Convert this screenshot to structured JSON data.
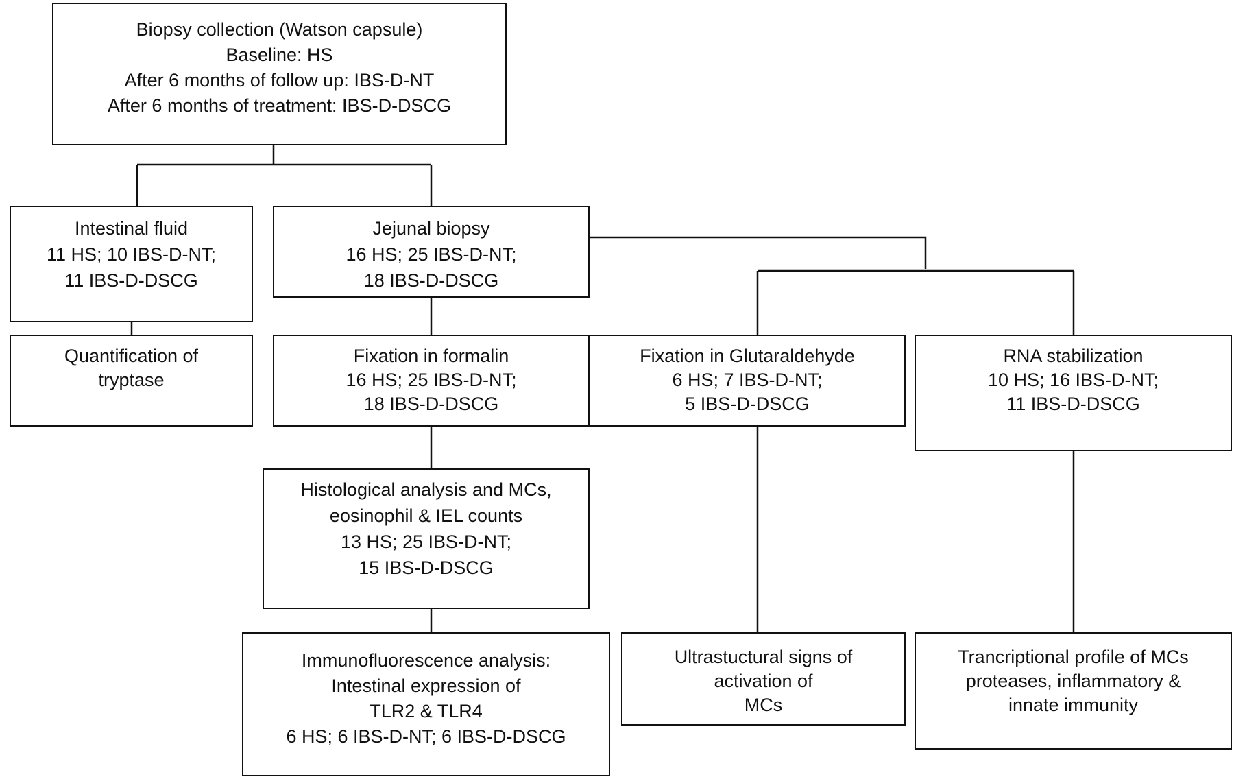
{
  "colors": {
    "stroke": "#111111",
    "background": "#ffffff",
    "text": "#111111"
  },
  "boxes": {
    "biopsy_collection": {
      "lines": [
        "Biopsy collection (Watson capsule)",
        "Baseline: HS",
        "After 6 months of follow up: IBS-D-NT",
        "After 6 months of treatment: IBS-D-DSCG"
      ]
    },
    "intestinal_fluid": {
      "lines": [
        "Intestinal fluid",
        "11 HS; 10 IBS-D-NT;",
        "11 IBS-D-DSCG"
      ]
    },
    "jejunal_biopsy": {
      "lines": [
        "Jejunal biopsy",
        "16 HS; 25 IBS-D-NT;",
        "18 IBS-D-DSCG"
      ]
    },
    "quantification_tryptase": {
      "lines": [
        "Quantification of",
        "tryptase"
      ]
    },
    "fixation_formalin": {
      "lines": [
        "Fixation in formalin",
        "16 HS; 25 IBS-D-NT;",
        "18 IBS-D-DSCG"
      ]
    },
    "fixation_glutaraldehyde": {
      "lines": [
        "Fixation in Glutaraldehyde",
        "6 HS; 7 IBS-D-NT;",
        "5 IBS-D-DSCG"
      ]
    },
    "rna_stabilization": {
      "lines": [
        "RNA stabilization",
        "10 HS; 16 IBS-D-NT;",
        "11 IBS-D-DSCG"
      ]
    },
    "histological_analysis": {
      "lines": [
        "Histological analysis and MCs,",
        "eosinophil & IEL counts",
        "13 HS; 25 IBS-D-NT;",
        "15 IBS-D-DSCG"
      ]
    },
    "immunofluorescence_analysis": {
      "lines": [
        "Immunofluorescence analysis:",
        "Intestinal expression of",
        "TLR2 & TLR4",
        "6 HS; 6 IBS-D-NT; 6 IBS-D-DSCG"
      ]
    },
    "ultrastructural_signs": {
      "lines": [
        "Ultrastuctural signs of",
        "activation of",
        "MCs"
      ]
    },
    "transcriptional_profile": {
      "lines": [
        "Trancriptional profile of MCs",
        "proteases, inflammatory &",
        "innate immunity"
      ]
    }
  }
}
